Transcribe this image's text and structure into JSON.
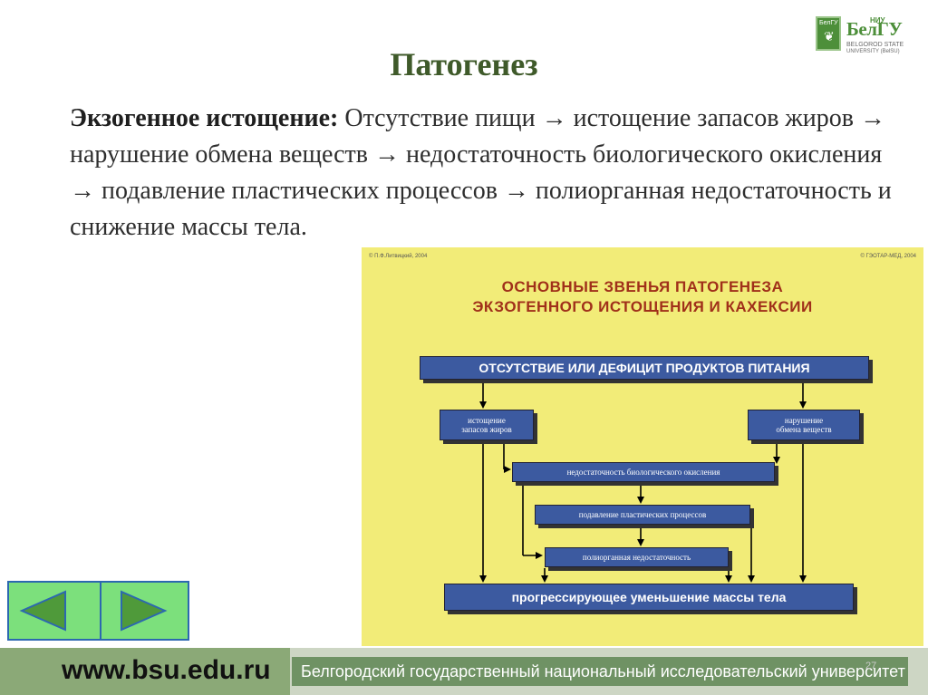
{
  "slide": {
    "title": "Патогенез",
    "body_bold": "Экзогенное истощение:",
    "body_text": " Отсутствие пищи → истощение запасов жиров → нарушение обмена веществ → недостаточность биологического окисления → подавление пластических процессов → полиорганная недостаточность и снижение массы тела."
  },
  "logo": {
    "shield_text": "БелГУ",
    "niu": "НИУ",
    "brand": "БелГУ",
    "line1": "BELGOROD STATE",
    "line2": "UNIVERSITY (BelSU)"
  },
  "diagram": {
    "copyright_left": "© П.Ф.Литвицкий, 2004",
    "copyright_right": "© ГЭОТАР-МЕД, 2004",
    "title_line1": "ОСНОВНЫЕ ЗВЕНЬЯ ПАТОГЕНЕЗА",
    "title_line2": "ЭКЗОГЕННОГО ИСТОЩЕНИЯ И КАХЕКСИИ",
    "box_top": "ОТСУТСТВИЕ ИЛИ ДЕФИЦИТ ПРОДУКТОВ ПИТАНИЯ",
    "box_left_l1": "истощение",
    "box_left_l2": "запасов жиров",
    "box_right_l1": "нарушение",
    "box_right_l2": "обмена веществ",
    "box_oxidation": "недостаточность биологического окисления",
    "box_plastic": "подавление пластических процессов",
    "box_organ": "полиорганная недостаточность",
    "box_bottom": "прогрессирующее уменьшение массы тела",
    "colors": {
      "background": "#f2ec78",
      "box": "#3c5aa0",
      "title": "#a0301a"
    }
  },
  "nav": {
    "prev_icon": "triangle-left-icon",
    "next_icon": "triangle-right-icon"
  },
  "footer": {
    "url": "www.bsu.edu.ru",
    "university": "Белгородский государственный национальный исследовательский университет",
    "page_number": "27"
  }
}
